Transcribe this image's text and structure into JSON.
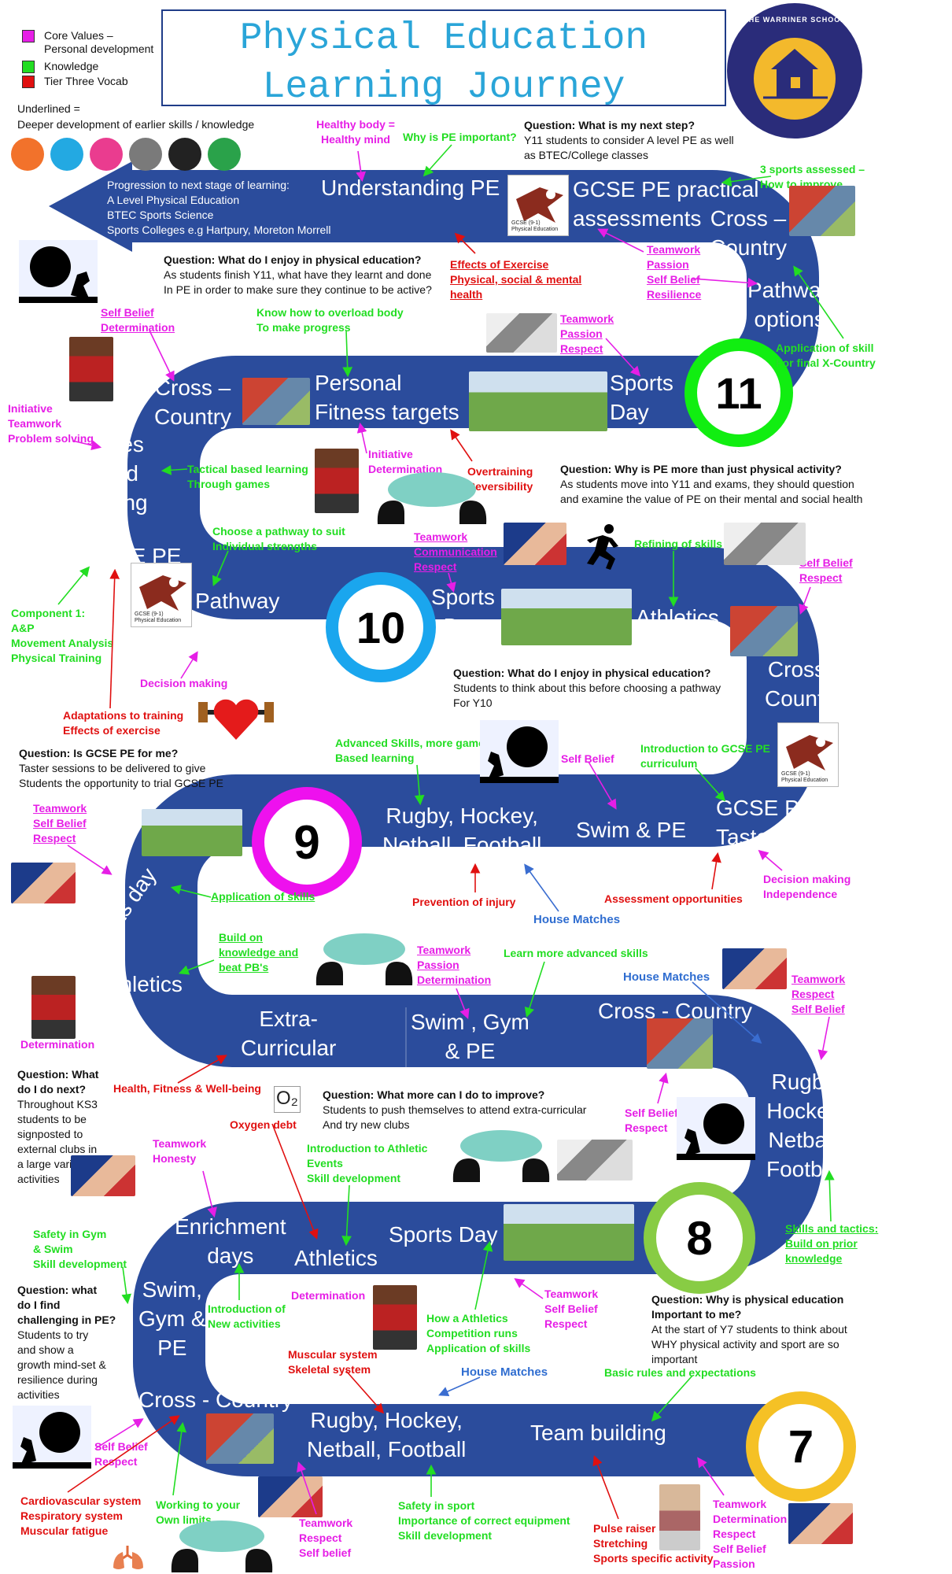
{
  "title": "Physical Education\nLearning Journey",
  "school": "THE WARRINER SCHOOL",
  "legend": {
    "items": [
      {
        "label": "Core Values –\nPersonal development",
        "color": "#e61ee6"
      },
      {
        "label": "Knowledge",
        "color": "#22dd22"
      },
      {
        "label": "Tier Three Vocab",
        "color": "#e01010"
      }
    ],
    "underlined": "Underlined =",
    "underlined_desc": "Deeper development of earlier skills / knowledge"
  },
  "colors": {
    "road": "#2b4c9c",
    "year11": "#11ee11",
    "year10": "#1aa6ee",
    "year9": "#ee11ee",
    "year8": "#88cc44",
    "year7": "#f5c125"
  },
  "progression": "Progression to next stage of learning:\nA Level Physical Education\nBTEC Sports Science\nSports Colleges e.g Hartpury, Moreton Morrell",
  "years": {
    "y11": "11",
    "y10": "10",
    "y9": "9",
    "y8": "8",
    "y7": "7"
  },
  "road": {
    "understanding_pe": "Understanding PE",
    "gcse_practical": "GCSE PE practical\nassessments",
    "cross_country_1": "Cross –\nCountry",
    "pathway_1": "Pathway\noptions",
    "sports_day_1": "Sports\nDay",
    "fitness": "Personal\nFitness targets",
    "cross_country_2": "Cross –\nCountry",
    "games": "Games\nbased\nlearning",
    "gcse_pe": "GCSE PE",
    "pathway_2": "Pathway\noptions",
    "sports_day_2": "Sports\nDay",
    "athletics_1": "Athletics",
    "cross_country_3": "Cross -\nCountry",
    "gcse_taster": "GCSE PE\nTaster",
    "swim_pe_1": "Swim & PE",
    "rugby_1": "Rugby, Hockey,\nNetball, Football",
    "sports_day_3": "Sports day",
    "athletics_2": "Athletics",
    "extra": "Extra-\nCurricular",
    "swim_gym_1": "Swim , Gym\n& PE",
    "cross_country_4": "Cross - Country",
    "rugby_2": "Rugby,\nHockey,\nNetball,\nFootball",
    "sports_day_4": "Sports Day",
    "athletics_3": "Athletics",
    "enrichment": "Enrichment\ndays",
    "swim_gym_2": "Swim,\nGym &\nPE",
    "cross_country_5": "Cross - Country",
    "rugby_3": "Rugby, Hockey,\nNetball, Football",
    "team_building": "Team building"
  },
  "questions": {
    "q1": {
      "q": "Question: What is my next step?",
      "a": "Y11 students to consider A level PE as well\nas BTEC/College classes"
    },
    "q2": {
      "q": "Question: What do I enjoy in physical education?",
      "a": "As students finish Y11, what have they learnt and done\nIn PE in order to make sure they continue to be active?"
    },
    "q3": {
      "q": "Question: Why is PE more than just physical activity?",
      "a": "As students move into Y11 and exams, they should question\nand examine the value of PE on their mental and social health"
    },
    "q4": {
      "q": "Question: What do I enjoy in physical education?",
      "a": "Students to think about this before choosing a pathway\nFor Y10"
    },
    "q5": {
      "q": "Question: Is GCSE PE for me?",
      "a": "Taster sessions to be delivered to give\nStudents the opportunity to trial GCSE PE"
    },
    "q6": {
      "q": "Question: What\ndo I do next?",
      "a": "Throughout KS3\nstudents to be\nsignposted to\nexternal clubs in\na large variety of\nactivities"
    },
    "q7": {
      "q": "Question: What more can I do to improve?",
      "a": "Students to push themselves to attend extra-curricular\nAnd try new clubs"
    },
    "q8": {
      "q": "Question: what\ndo I find\nchallenging in PE?",
      "a": "Students to try\nand show a\ngrowth mind-set &\nresilience during\nactivities"
    },
    "q9": {
      "q": "Question: Why is physical education\nImportant to me?",
      "a": "At the start of Y7 students to think about\nWHY physical activity and sport are so\nimportant"
    }
  },
  "labels": {
    "healthy": "Healthy body =\nHealthy mind",
    "why_pe": "Why is PE important?",
    "sports3": "3 sports assessed –\nHow to improve",
    "effects_title": "Effects of Exercise",
    "effects_desc": "Physical, social & mental\nhealth",
    "teamwork_res": "Teamwork\nPassion\nSelf Belief\nResilience",
    "appl_xc": "Application of skill\nFor final X-Country",
    "overload": "Know how to overload body\nTo make progress",
    "tpr_1": "Teamwork\nPassion\nRespect",
    "sb_det_1": "Self Belief\nDetermination",
    "init_team": "Initiative\nTeamwork\nProblem solving",
    "tactical": "Tactical based learning\nThrough games",
    "init_det": "Initiative\nDetermination",
    "overtraining": "Overtraining\nReversibility",
    "choose_path": "Choose a pathway to suit\nIndividual strengths",
    "team_comm": "Teamwork\nCommunication\nRespect",
    "refining": "Refining of skills",
    "sb_resp_1": "Self Belief\nRespect",
    "component1": "Component 1:\nA&P\nMovement Analysis\nPhysical Training",
    "decision": "Decision making",
    "adaptations": "Adaptations to training\nEffects of exercise",
    "adv_skills": "Advanced Skills, more game\nBased learning",
    "sb_1": "Self Belief",
    "intro_gcse": "Introduction to GCSE PE\ncurriculum",
    "tsr_1": "Teamwork\nSelf Belief\nRespect",
    "appl_skills": "Application of skills",
    "prevention": "Prevention of injury",
    "assessment": "Assessment opportunities",
    "dec_ind": "Decision making\nIndependence",
    "house_1": "House Matches",
    "build": "Build on\nknowledge and\nbeat PB's",
    "tpd": "Teamwork\nPassion\nDetermination",
    "learn_adv": "Learn more advanced skills",
    "house_2": "House Matches",
    "trs_1": "Teamwork\nRespect\nSelf Belief",
    "det_1": "Determination",
    "health_fit": "Health, Fitness & Well-being",
    "oxygen": "Oxygen debt",
    "sb_resp_2": "Self Belief\nRespect",
    "team_hon": "Teamwork\nHonesty",
    "intro_ath": "Introduction to Athletic\nEvents\nSkill development",
    "safety_gym": "Safety in Gym\n& Swim\nSkill development",
    "skills_tac": "Skills and tactics:\nBuild on prior\nknowledge",
    "intro_new": "Introduction of\nNew activities",
    "det_2": "Determination",
    "how_ath": "How a Athletics\nCompetition runs\nApplication of skills",
    "tsr_2": "Teamwork\nSelf Belief\nRespect",
    "muscular": "Muscular system\nSkeletal system",
    "house_3": "House Matches",
    "basic": "Basic rules and expectations",
    "sb_resp_3": "Self Belief\nRespect",
    "cardio": "Cardiovascular system\nRespiratory system\nMuscular fatigue",
    "working": "Working to your\nOwn limits",
    "trs_2": "Teamwork\nRespect\nSelf belief",
    "safety_sport": "Safety in sport\nImportance of correct equipment\nSkill development",
    "pulse": "Pulse raiser\nStretching\nSports specific activity",
    "tdrsp": "Teamwork\nDetermination\nRespect\nSelf Belief\nPassion"
  },
  "gcse_badge": "GCSE (9-1)\nPhysical Education",
  "o2": "O₂"
}
